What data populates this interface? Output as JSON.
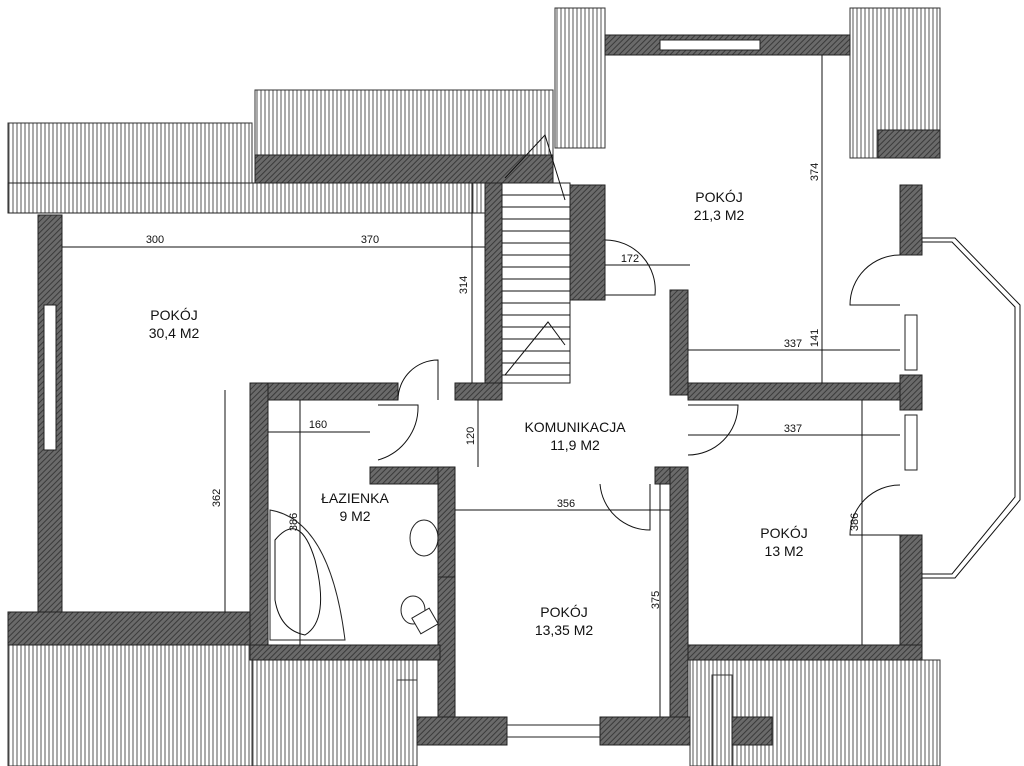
{
  "rooms": [
    {
      "name": "POKÓJ",
      "area": "30,4 M2"
    },
    {
      "name": "POKÓJ",
      "area": "21,3 M2"
    },
    {
      "name": "KOMUNIKACJA",
      "area": "11,9 M2"
    },
    {
      "name": "ŁAZIENKA",
      "area": "9 M2"
    },
    {
      "name": "POKÓJ",
      "area": "13,35 M2"
    },
    {
      "name": "POKÓJ",
      "area": "13 M2"
    }
  ],
  "dimensions": {
    "living_width_a": "300",
    "living_width_b": "370",
    "living_height_upper": "314",
    "living_height": "362",
    "stair_gap": "172",
    "top_right_height": "374",
    "top_right_height_b": "141",
    "top_right_width": "337",
    "bedroom_right_width": "337",
    "bedroom_right_height": "386",
    "bath_width": "160",
    "bath_height": "386",
    "corridor_width": "120",
    "bottom_room_width": "356",
    "bottom_room_height": "375"
  }
}
